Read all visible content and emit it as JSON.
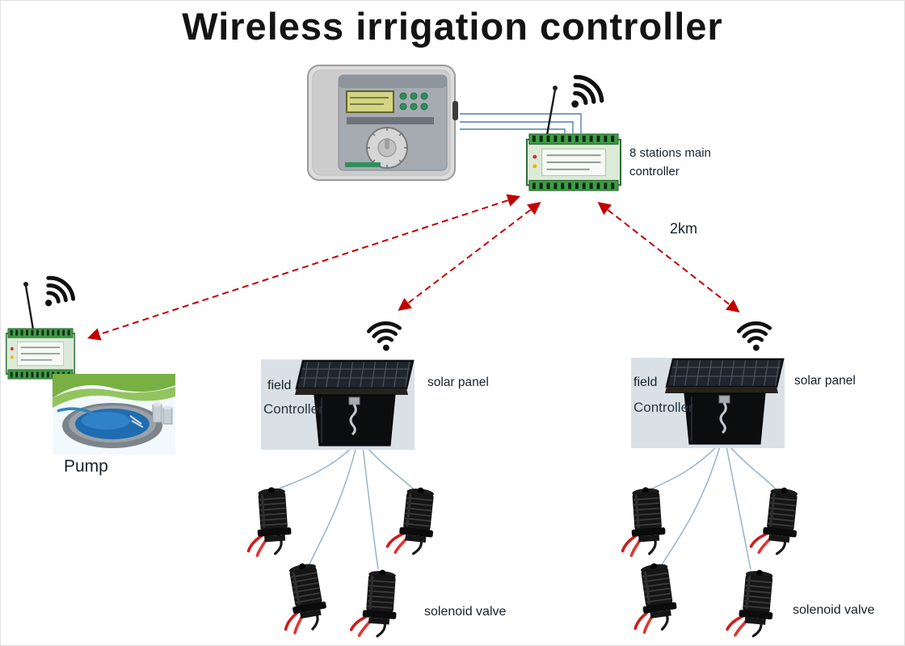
{
  "title": "Wireless irrigation controller",
  "labels": {
    "main_controller": "8 stations main controller",
    "distance": "2km",
    "pump": "Pump",
    "field": "field",
    "controller": "Controller",
    "solar_panel": "solar panel",
    "solenoid_valve": "solenoid valve"
  },
  "colors": {
    "arrow_red": "#c00000",
    "wire_blue": "#4f7fae",
    "fan_line": "#8fb0c6",
    "text": "#141414",
    "pcb_green": "#3f9c46"
  }
}
